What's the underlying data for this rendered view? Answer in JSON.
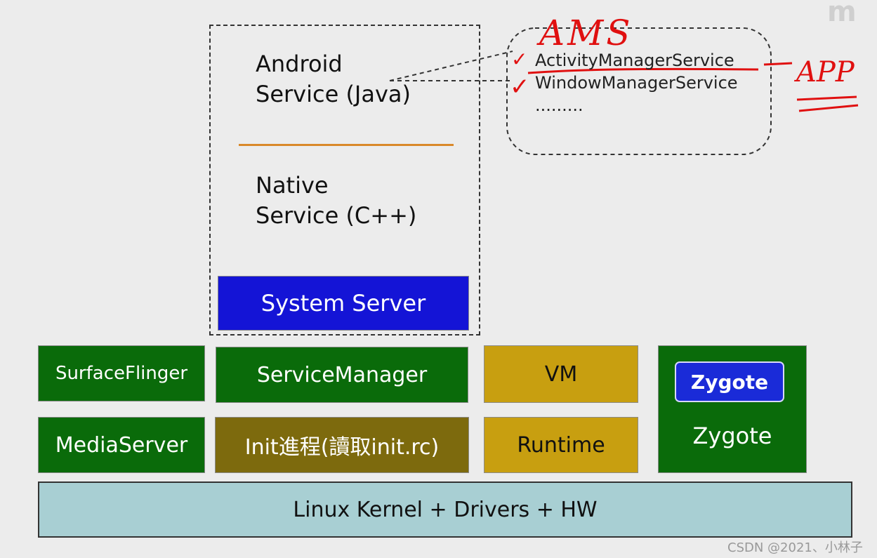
{
  "service_box": {
    "android_line1": "Android",
    "android_line2": "Service (Java)",
    "native_line1": "Native",
    "native_line2": "Service (C++)",
    "system_server": "System Server"
  },
  "services_bubble": {
    "items": [
      "ActivityManagerService",
      "WindowManagerService",
      "........."
    ]
  },
  "annotations": {
    "ams": "AMS",
    "app": "APP",
    "check": "✓"
  },
  "components": {
    "surfaceflinger": "SurfaceFlinger",
    "servicemanager": "ServiceManager",
    "vm": "VM",
    "mediaserver": "MediaServer",
    "init": "Init進程(讀取init.rc)",
    "runtime": "Runtime",
    "zygote_inner": "Zygote",
    "zygote_outer": "Zygote",
    "kernel": "Linux Kernel + Drivers + HW"
  },
  "watermark": "CSDN @2021、小林子",
  "logo": "m",
  "colors": {
    "green": "#0a6b0a",
    "olive": "#7d6a0d",
    "gold": "#c89f10",
    "blue": "#1414d6",
    "kernel": "#a8cfd3",
    "annotation_red": "#e01010",
    "divider_orange": "#d9892a"
  }
}
